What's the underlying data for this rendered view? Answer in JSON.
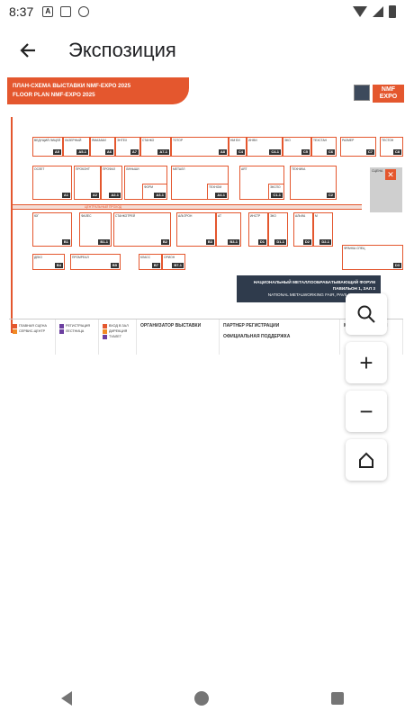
{
  "status": {
    "time": "8:37"
  },
  "appbar": {
    "title": "Экспозиция"
  },
  "map": {
    "banner_ru": "ПЛАН-СХЕМА ВЫСТАВКИ NMF-EXPO 2025",
    "banner_en": "FLOOR PLAN NMF-EXPO 2025",
    "logo_text": "NMF EXPO",
    "main_aisle": "ЦЕНТРАЛЬНЫЙ ПРОХОД",
    "stage_label": "СЦЕНА",
    "booths": [
      {
        "tag": "A5",
        "name": "ВЕДУЩИЙ ЛИЦЕЙ"
      },
      {
        "tag": "A5-1",
        "name": "ЛАЗЕРНЫЙ"
      },
      {
        "tag": "A6",
        "name": "ЯМАЗАКИ"
      },
      {
        "tag": "A7",
        "name": "ЭНТЕХ"
      },
      {
        "tag": "A7-1",
        "name": "СТАНКО"
      },
      {
        "tag": "A8",
        "name": "ТОТОР"
      },
      {
        "tag": "C4",
        "name": "НМ ЕИ"
      },
      {
        "tag": "C4-1",
        "name": "ИНФИ"
      },
      {
        "tag": "C5",
        "name": "ЭКО"
      },
      {
        "tag": "C6",
        "name": "ТЕХСТАН"
      },
      {
        "tag": "C7",
        "name": "РАЗМЕР"
      },
      {
        "tag": "C8",
        "name": "ТЕСТОН"
      },
      {
        "tag": "A1",
        "name": "ОСЛЕТ"
      },
      {
        "tag": "A2",
        "name": "ПРОКОНТ"
      },
      {
        "tag": "A2-1",
        "name": "ПРОФАЛ"
      },
      {
        "tag": "A3",
        "name": "ЛИНЬШИ"
      },
      {
        "tag": "A3-1",
        "name": "ФОРМ"
      },
      {
        "tag": "A4",
        "name": "МЕТАЛЛ"
      },
      {
        "tag": "A4-1",
        "name": "ТЕХНОМ"
      },
      {
        "tag": "C1",
        "name": "ART"
      },
      {
        "tag": "C1-1",
        "name": "ЭКСПО"
      },
      {
        "tag": "C2",
        "name": "ТЕХНИКА"
      },
      {
        "tag": "B1",
        "name": "ЮГ"
      },
      {
        "tag": "B1-1",
        "name": "ФАЛЕС"
      },
      {
        "tag": "B2",
        "name": "СТАНКОТРЕЙ"
      },
      {
        "tag": "B3",
        "name": "АЛЬТРОН"
      },
      {
        "tag": "B3-1",
        "name": "AT"
      },
      {
        "tag": "D1",
        "name": "ИНСТР"
      },
      {
        "tag": "D1-1",
        "name": "ЭКО"
      },
      {
        "tag": "D2",
        "name": "АЛЬФА"
      },
      {
        "tag": "D2-1",
        "name": "M"
      },
      {
        "tag": "D3",
        "name": "ФРАНКА СПЕЦ"
      },
      {
        "tag": "B4",
        "name": "ДЕКО"
      },
      {
        "tag": "B5",
        "name": "ПРОМРЕАЛ"
      },
      {
        "tag": "B7",
        "name": "КЛАСС"
      },
      {
        "tag": "B7-1",
        "name": "ОРИОН"
      }
    ],
    "forum_title": "НАЦИОНАЛЬНЫЙ МЕТАЛЛООБРАБАТЫВАЮЩИЙ ФОРУМ",
    "forum_sub": "ПАВИЛЬОН 1, ЗАЛ 3",
    "forum_en": "NATIONAL METALWORKING FAIR, PAVILION 1, HALL 3",
    "legend": [
      {
        "label": "ГЛАВНАЯ СЦЕНА",
        "color": "#e4572e"
      },
      {
        "label": "РЕГИСТРАЦИЯ",
        "color": "#6c3fa0"
      },
      {
        "label": "ВХОД В ЗАЛ",
        "color": "#e4572e"
      },
      {
        "label": "СЕРВИС-ЦЕНТР",
        "color": "#f08a24"
      },
      {
        "label": "ЛЕСТНИЦА",
        "color": "#6c3fa0"
      },
      {
        "label": "ДИРЕКЦИЯ",
        "color": "#f08a24"
      },
      {
        "label": "ТУАЛЕТ",
        "color": "#6c3fa0"
      }
    ],
    "organizer": "ОРГАНИЗАТОР ВЫСТАВКИ",
    "partner_reg": "ПАРТНЕР РЕГИСТРАЦИИ",
    "partner_media": "МЕДИА ПАРТНЕРЫ",
    "official_support": "ОФИЦИАЛЬНАЯ ПОДДЕРЖКА"
  },
  "controls": {
    "search": "search-icon",
    "zoom_in": "+",
    "zoom_out": "−",
    "home": "home-icon"
  }
}
